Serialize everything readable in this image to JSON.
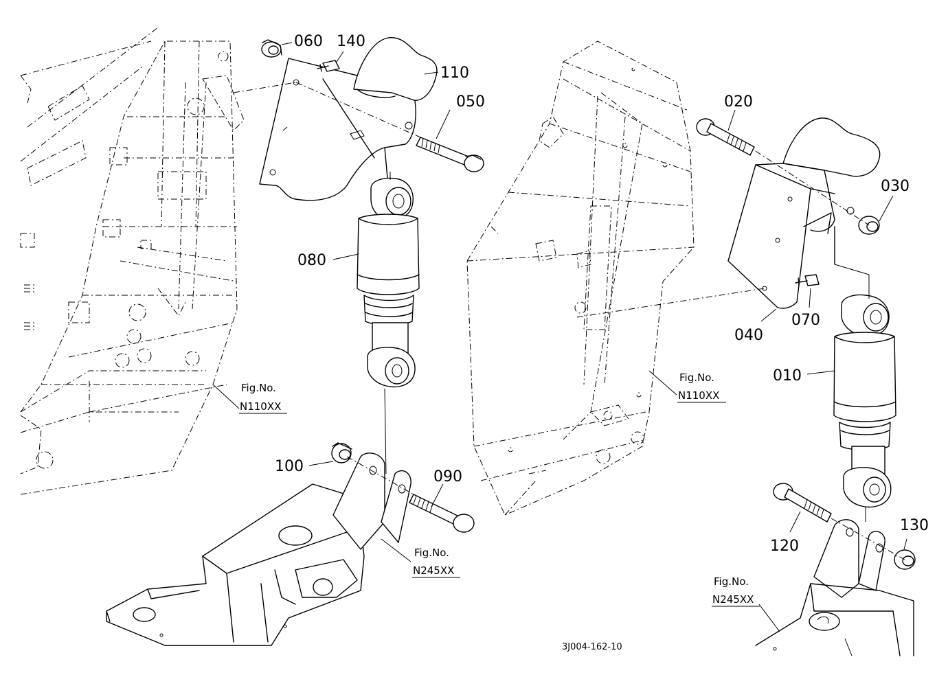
{
  "parts": {
    "p010": "010",
    "p020": "020",
    "p030": "030",
    "p040": "040",
    "p050": "050",
    "p060": "060",
    "p070": "070",
    "p080": "080",
    "p090": "090",
    "p100": "100",
    "p110": "110",
    "p120": "120",
    "p130": "130",
    "p140": "140"
  },
  "figure_refs": {
    "left_frame": {
      "title": "Fig.No.",
      "code": "N110XX"
    },
    "left_bracket": {
      "title": "Fig.No.",
      "code": "N245XX"
    },
    "right_frame": {
      "title": "Fig.No.",
      "code": "N110XX"
    },
    "right_bracket": {
      "title": "Fig.No.",
      "code": "N245XX"
    }
  },
  "drawing_code": "3J004-162-10"
}
